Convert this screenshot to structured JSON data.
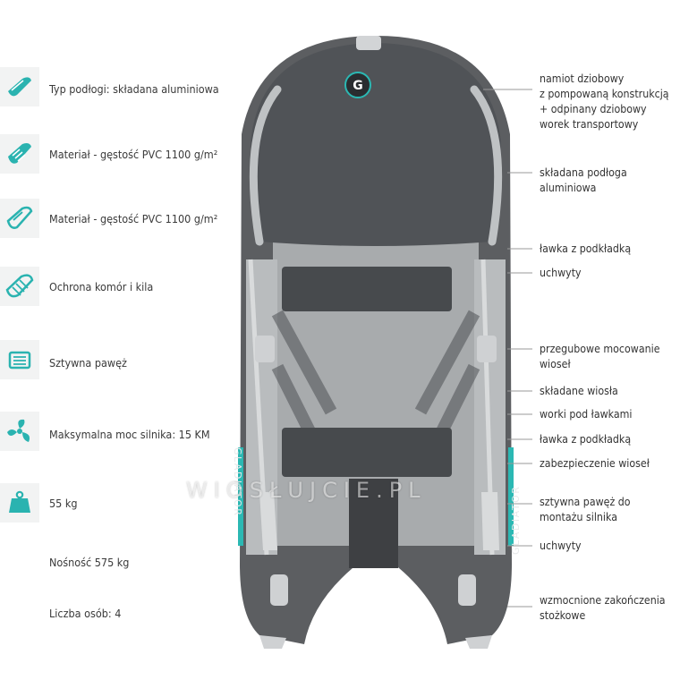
{
  "features": [
    {
      "icon": "boat-aluminium-floor-icon",
      "label": "Typ podłogi: składana aluminiowa"
    },
    {
      "icon": "boat-pvc-material-icon",
      "label": "Materiał - gęstość PVC 1100 g/m²"
    },
    {
      "icon": "boat-pvc-material-alt-icon",
      "label": "Materiał - gęstość PVC 1100 g/m²"
    },
    {
      "icon": "keel-protection-icon",
      "label": "Ochrona komór i kila"
    },
    {
      "icon": "rigid-transom-icon",
      "label": "Sztywna pawęż"
    },
    {
      "icon": "propeller-icon",
      "label": "Maksymalna moc silnika: 15 KM"
    },
    {
      "icon": "weight-icon",
      "label": "55 kg"
    }
  ],
  "specs": {
    "capacity": "Nośność 575 kg",
    "persons": "Liczba osób: 4"
  },
  "callouts": [
    {
      "lines": [
        "namiot dziobowy",
        "z pompowaną konstrukcją",
        "+ odpinany dziobowy",
        "worek transportowy"
      ]
    },
    {
      "lines": [
        "składana podłoga aluminiowa"
      ]
    },
    {
      "lines": [
        "ławka z podkładką"
      ]
    },
    {
      "lines": [
        "uchwyty"
      ]
    },
    {
      "lines": [
        "przegubowe mocowanie wioseł"
      ]
    },
    {
      "lines": [
        "składane wiosła"
      ]
    },
    {
      "lines": [
        "worki pod ławkami"
      ]
    },
    {
      "lines": [
        "ławka z podkładką"
      ]
    },
    {
      "lines": [
        "zabezpieczenie wioseł"
      ]
    },
    {
      "lines": [
        "sztywna pawęż do",
        "montażu silnika"
      ]
    },
    {
      "lines": [
        "uchwyty"
      ]
    },
    {
      "lines": [
        "wzmocnione zakończenia",
        "stożkowe"
      ]
    }
  ],
  "boat": {
    "logo_letter": "G",
    "side_text": "GLADIATOR",
    "watermark": "WIOSŁUJCIE.PL",
    "colors": {
      "hull": "#5b5d60",
      "hull_dark": "#4a4c4f",
      "tent": "#505357",
      "floor": "#a9acae",
      "accent": "#2bb8b3",
      "bench": "#474a4d"
    }
  }
}
